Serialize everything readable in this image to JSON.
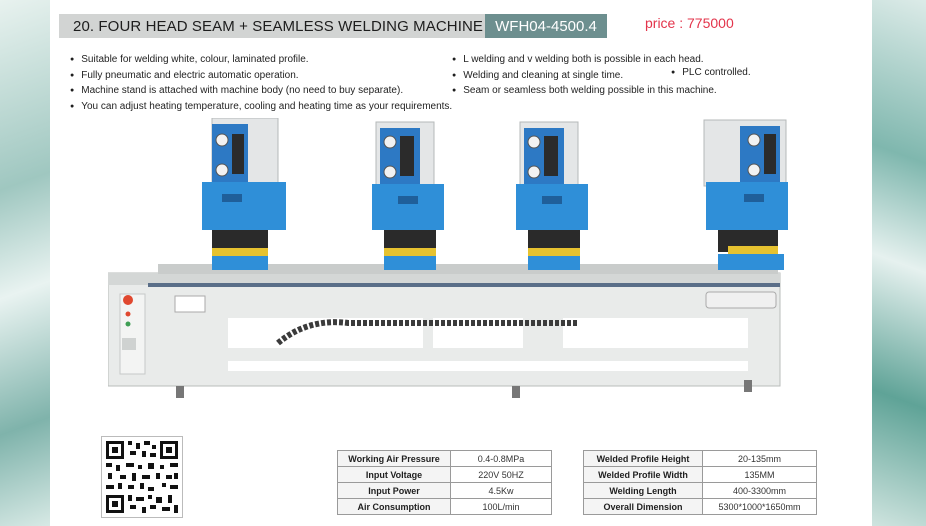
{
  "header": {
    "title": "20.  FOUR HEAD SEAM + SEAMLESS WELDING MACHINE",
    "model": "WFH04-4500.4",
    "price": "price : 775000"
  },
  "features_left": [
    "Suitable for welding white, colour, laminated profile.",
    "Fully pneumatic and electric automatic operation.",
    "Machine stand is attached with machine body (no need to buy separate).",
    "You can adjust heating temperature, cooling and heating time as your requirements."
  ],
  "features_right": [
    "L welding and v welding both is possible in each head.",
    "Welding and cleaning at single time.",
    "Seam or seamless both welding possible in this machine."
  ],
  "feature_plc": "PLC  controlled.",
  "specs_left": [
    {
      "label": "Working Air Pressure",
      "value": "0.4-0.8MPa"
    },
    {
      "label": "Input Voltage",
      "value": "220V 50HZ"
    },
    {
      "label": "Input Power",
      "value": "4.5Kw"
    },
    {
      "label": "Air Consumption",
      "value": "100L/min"
    }
  ],
  "specs_right": [
    {
      "label": "Welded Profile Height",
      "value": "20-135mm"
    },
    {
      "label": "Welded Profile Width",
      "value": "135MM"
    },
    {
      "label": "Welding Length",
      "value": "400-3300mm"
    },
    {
      "label": "Overall Dimension",
      "value": "5300*1000*1650mm"
    }
  ],
  "colors": {
    "accent_red": "#e3344b",
    "model_badge": "#6d8f8f",
    "machine_blue": "#2f8fd8"
  }
}
